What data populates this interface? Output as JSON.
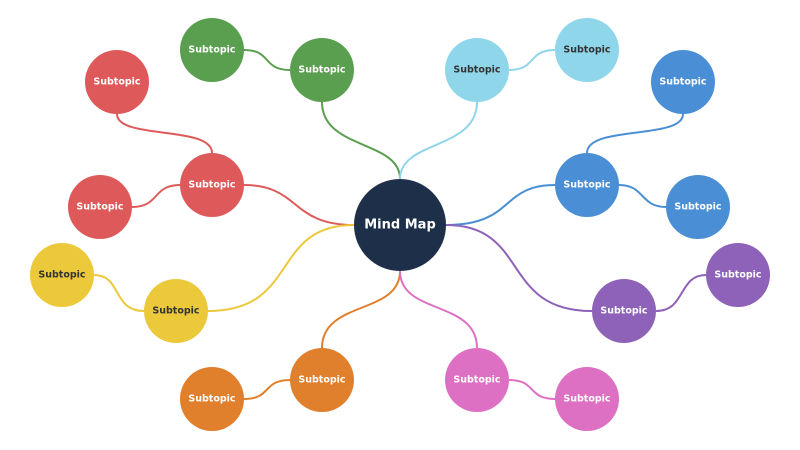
{
  "center": {
    "label": "Mind Map",
    "color": "#1e3049"
  },
  "branches": [
    {
      "name": "green",
      "color": "#5a9e4f",
      "main": "Subtopic",
      "subs": [
        "Subtopic"
      ]
    },
    {
      "name": "light-blue",
      "color": "#8fd6ea",
      "main": "Subtopic",
      "subs": [
        "Subtopic"
      ]
    },
    {
      "name": "blue",
      "color": "#4a8fd6",
      "main": "Subtopic",
      "subs": [
        "Subtopic",
        "Subtopic"
      ]
    },
    {
      "name": "purple",
      "color": "#8e62b8",
      "main": "Subtopic",
      "subs": [
        "Subtopic"
      ]
    },
    {
      "name": "pink",
      "color": "#de70c3",
      "main": "Subtopic",
      "subs": [
        "Subtopic"
      ]
    },
    {
      "name": "orange",
      "color": "#e07f2c",
      "main": "Subtopic",
      "subs": [
        "Subtopic"
      ]
    },
    {
      "name": "yellow",
      "color": "#ecc93a",
      "main": "Subtopic",
      "subs": [
        "Subtopic"
      ]
    },
    {
      "name": "red",
      "color": "#de5a5a",
      "main": "Subtopic",
      "subs": [
        "Subtopic",
        "Subtopic"
      ]
    }
  ]
}
